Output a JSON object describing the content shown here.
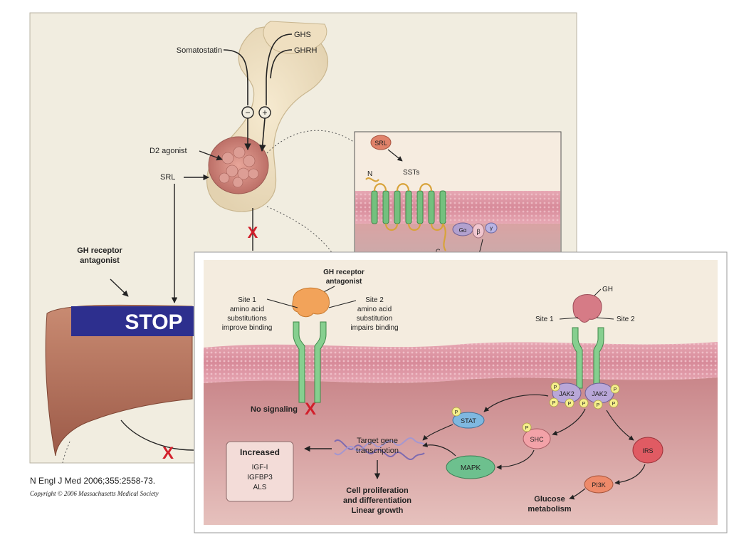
{
  "figure1": {
    "labels": {
      "somatostatin": "Somatostatin",
      "ghs": "GHS",
      "ghrh": "GHRH",
      "minus": "−",
      "plus": "+",
      "d2_agonist": "D2 agonist",
      "srl": "SRL",
      "block_mark": "X",
      "gh_receptor_antagonist_line1": "GH receptor",
      "gh_receptor_antagonist_line2": "antagonist",
      "stop": "STOP"
    },
    "inset": {
      "srl": "SRL",
      "n_terminal": "N",
      "ssts": "SSTs",
      "g_alpha": "Gα",
      "beta": "β",
      "gamma": "γ",
      "c_terminal": "C"
    }
  },
  "figure2": {
    "antagonist_line1": "GH receptor",
    "antagonist_line2": "antagonist",
    "site1_lines": [
      "Site 1",
      "amino acid",
      "substitutions",
      "improve binding"
    ],
    "site2_lines": [
      "Site 2",
      "amino acid",
      "substitution",
      "impairs binding"
    ],
    "gh": "GH",
    "site1": "Site 1",
    "site2": "Site 2",
    "no_signaling": "No signaling",
    "no_signaling_mark": "X",
    "jak2": "JAK2",
    "p": "P",
    "stat": "STAT",
    "shc": "SHC",
    "irs": "IRS",
    "mapk": "MAPK",
    "pi3k": "PI3K",
    "target_gene_line1": "Target gene",
    "target_gene_line2": "transcription",
    "increased_title": "Increased",
    "increased_items": [
      "IGF-I",
      "IGFBP3",
      "ALS"
    ],
    "outcome_lines": [
      "Cell proliferation",
      "and differentiation",
      "Linear growth"
    ],
    "glucose_lines": [
      "Glucose",
      "metabolism"
    ]
  },
  "citation": "N Engl J Med 2006;355:2558-73.",
  "copyright": "Copyright © 2006 Massachusetts Medical Society"
}
